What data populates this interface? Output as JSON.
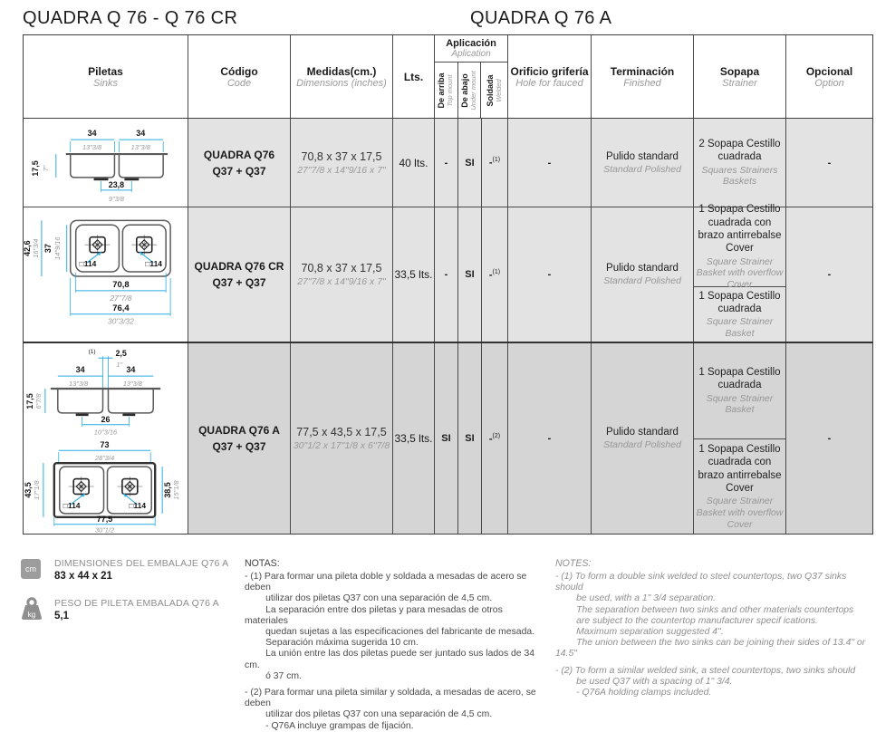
{
  "page": {
    "title_left": "QUADRA Q 76 - Q 76 CR",
    "title_right": "QUADRA Q 76 A"
  },
  "colors": {
    "dimension_accent": "#29abe2",
    "row_light_gray": "#e3e3e3",
    "row_dark_gray": "#d5d5d5",
    "grid_border": "#4a4a4a"
  },
  "table": {
    "header": {
      "piletas_es": "Piletas",
      "piletas_en": "Sinks",
      "codigo_es": "Código",
      "codigo_en": "Code",
      "medidas_es": "Medidas(cm.)",
      "medidas_en": "Dimensions (inches)",
      "lts": "Lts.",
      "aplicacion_es": "Aplicación",
      "aplicacion_en": "Aplication",
      "arriba_es": "De arriba",
      "arriba_en": "Top mount",
      "abajo_es": "De abajo",
      "abajo_en": "Under mount",
      "soldada_es": "Soldada",
      "soldada_en": "Welded",
      "orificio_es": "Orificio grifería",
      "orificio_en": "Hole for fauced",
      "terminacion_es": "Terminación",
      "terminacion_en": "Finished",
      "sopapa_es": "Sopapa",
      "sopapa_en": "Strainer",
      "opcional_es": "Opcional",
      "opcional_en": "Option"
    },
    "rows": [
      {
        "codigo1": "QUADRA Q76",
        "codigo2": "Q37 + Q37",
        "medidas_cm": "70,8 x 37 x 17,5",
        "medidas_in": "27\"7/8 x 14\"9/16 x 7\"",
        "lts": "40 lts.",
        "de_arriba": "-",
        "de_abajo": "SI",
        "soldada": "-",
        "soldada_note": "(1)",
        "orificio": "-",
        "terminacion_es": "Pulido standard",
        "terminacion_en": "Standard Polished",
        "sopapa": [
          {
            "es": "2 Sopapa Cestillo cuadrada",
            "en": "Squares Strainers Baskets"
          }
        ],
        "opcional": "-"
      },
      {
        "codigo1": "QUADRA Q76 CR",
        "codigo2": "Q37 + Q37",
        "medidas_cm": "70,8 x 37 x 17,5",
        "medidas_in": "27\"7/8 x 14\"9/16 x 7\"",
        "lts": "33,5 lts.",
        "de_arriba": "-",
        "de_abajo": "SI",
        "soldada": "-",
        "soldada_note": "(1)",
        "orificio": "-",
        "terminacion_es": "Pulido standard",
        "terminacion_en": "Standard Polished",
        "sopapa": [
          {
            "es": "1 Sopapa Cestillo cuadrada con brazo antirrebalse Cover",
            "en": "Square Strainer Basket with overflow Cover"
          },
          {
            "es": "1 Sopapa Cestillo cuadrada",
            "en": "Square Strainer Basket"
          }
        ],
        "opcional": "-"
      },
      {
        "codigo1": "QUADRA Q76 A",
        "codigo2": "Q37 + Q37",
        "medidas_cm": "77,5 x 43,5 x 17,5",
        "medidas_in": "30\"1/2 x 17\"1/8 x 6\"7/8",
        "lts": "33,5 lts.",
        "de_arriba": "SI",
        "de_abajo": "SI",
        "soldada": "-",
        "soldada_note": "(2)",
        "orificio": "-",
        "terminacion_es": "Pulido standard",
        "terminacion_en": "Standard Polished",
        "sopapa": [
          {
            "es": "1 Sopapa Cestillo cuadrada",
            "en": "Square Strainer Basket"
          },
          {
            "es": "1 Sopapa Cestillo cuadrada con brazo antirrebalse Cover",
            "en": "Square Strainer Basket with overflow Cover"
          }
        ],
        "opcional": "-"
      }
    ]
  },
  "diagrams": {
    "d1": {
      "w1_cm": "34",
      "w1_in": "13\"3/8",
      "w2_cm": "34",
      "w2_in": "13\"3/8",
      "h_cm": "17,5",
      "h_in": "7\"",
      "drain_cm": "23,8",
      "drain_in": "9\"3/8"
    },
    "d2": {
      "oh_cm": "42,6",
      "oh_in": "16\"3/4",
      "ih_cm": "37",
      "ih_in": "14\"9/16",
      "iw_cm": "70,8",
      "iw_in": "27\"7/8",
      "ow_cm": "76,4",
      "ow_in": "30\"3/32",
      "drain1": "□114",
      "drain2": "□114"
    },
    "d3a": {
      "gap_note": "(1)",
      "gap_cm": "2,5",
      "gap_in": "1\"",
      "w1_cm": "34",
      "w1_in": "13\"3/8",
      "w2_cm": "34",
      "w2_in": "13\"3/8",
      "h_cm": "17,5",
      "h_in": "6\"7/8",
      "drain_cm": "26",
      "drain_in": "10\"3/16"
    },
    "d3b": {
      "iw_cm": "73",
      "iw_in": "28\"3/4",
      "oh_cm": "43,5",
      "oh_in": "17\"1/8",
      "ih_cm": "38,5",
      "ih_in": "15\"1/8",
      "ow_cm": "77,5",
      "ow_in": "30\"1/2",
      "drain1": "□114",
      "drain2": "□114"
    }
  },
  "footer": {
    "cm_icon": "cm",
    "dim_label": "DIMENSIONES DEL EMBALAJE Q76 A",
    "dim_value": "83 x 44 x 21",
    "kg_icon": "kg",
    "weight_label": "PESO DE PILETA EMBALADA Q76 A",
    "weight_value": "5,1",
    "notas_title": "NOTAS:",
    "nota1": "- (1) Para formar una pileta doble y soldada a mesadas de acero se deben\n        utilizar dos piletas Q37 con una separación de 4,5 cm.\n        La separación entre dos piletas y para mesadas de otros materiales\n        quedan sujetas a las especificaciones del fabricante de mesada.\n        Separación máxima sugerida 10 cm.\n        La unión entre las dos piletas puede ser juntado sus lados de 34 cm.\n        ó 37 cm.",
    "nota2": "- (2) Para formar una pileta similar y soldada, a mesadas de acero, se deben\n        utilizar dos piletas Q37 con una separación de 4,5 cm.\n        - Q76A incluye grampas de fijación.",
    "notes_title": "NOTES:",
    "note1": "- (1) To form a double sink welded to steel countertops, two Q37 sinks should\n        be used, with a 1\" 3/4 separation.\n        The separation between two sinks and other materials countertops\n        are subject to the countertop manufacturer specif ications.\n        Maximum separation suggested 4\".\n        The union between the two sinks can be joining their sides of 13.4\" or 14.5\"",
    "note2": "- (2) To form a similar welded sink, a steel countertops, two sinks should\n        be used Q37 with a spacing of 1\" 3/4.\n        - Q76A holding clamps included."
  }
}
